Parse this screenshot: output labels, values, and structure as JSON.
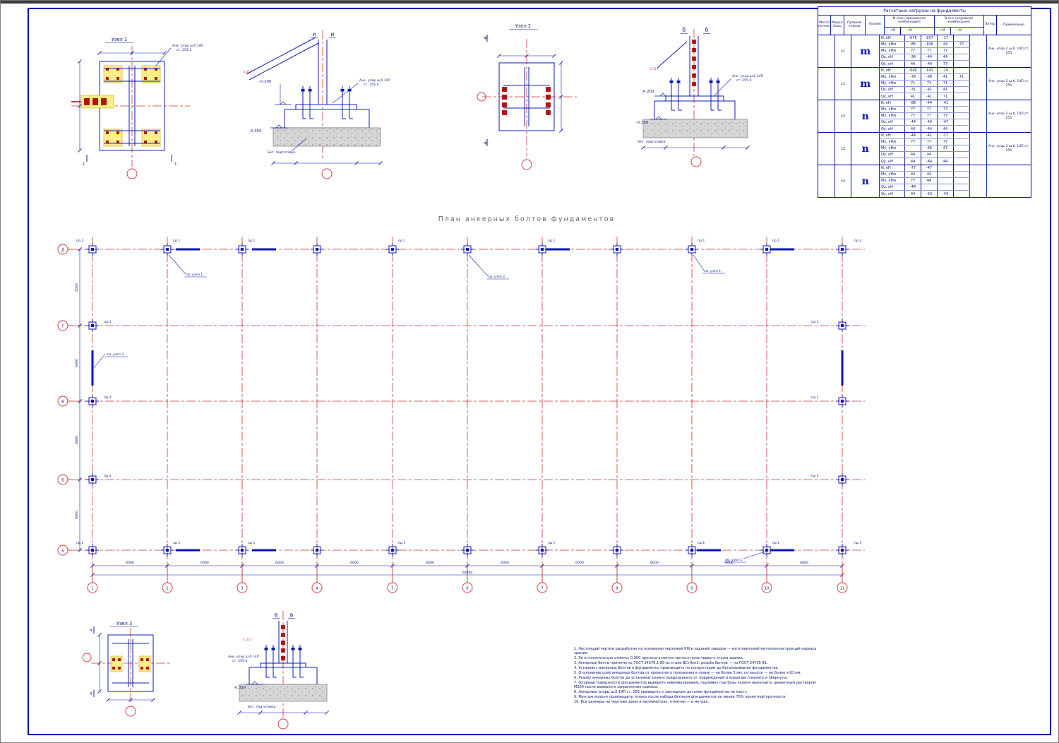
{
  "sheet": {
    "title_plan": "План анкерных болтов фундаментов"
  },
  "table": {
    "title": "Расчетные нагрузки на фундаменты",
    "col_location": "Место полож.",
    "col_mark": "Марка базы",
    "col_sign": "Правило знаков",
    "col_force": "Усилия",
    "col_nmax": "N max (прижимная комбинация)",
    "col_nmin": "N min (отрывная комбинация)",
    "col_pm1": "+М",
    "col_mm1": "−М",
    "col_pm2": "+М",
    "col_mm2": "−М",
    "col_liter": "Литер",
    "col_note": "Примечание",
    "groups": [
      {
        "loc": "",
        "mark": "с1",
        "glyph": "m",
        "note": "Анк. упор 2 ш.б. 14П ст. 255",
        "rows": [
          {
            "f": "N, кН",
            "a": "-675",
            "b": "-157",
            "c": "-17",
            "d": ""
          },
          {
            "f": "Mx, кНм",
            "a": "-86",
            "b": "-106",
            "c": "44",
            "d": "77"
          },
          {
            "f": "My, кНм",
            "a": "77",
            "b": "77",
            "c": "77",
            "d": ""
          },
          {
            "f": "Qx, кН",
            "a": "-34",
            "b": "-44",
            "c": "44",
            "d": ""
          },
          {
            "f": "Qy, кН",
            "a": "44",
            "b": "-44",
            "c": "77",
            "d": ""
          }
        ]
      },
      {
        "loc": "",
        "mark": "с1",
        "glyph": "m",
        "note": "Анк. упор 2 ш.б. 14П ст. 255",
        "rows": [
          {
            "f": "N, кН",
            "a": "-640",
            "b": "-141",
            "c": "-14",
            "d": ""
          },
          {
            "f": "Mx, кНм",
            "a": "-78",
            "b": "-98",
            "c": "41",
            "d": "71"
          },
          {
            "f": "My, кНм",
            "a": "71",
            "b": "71",
            "c": "71",
            "d": ""
          },
          {
            "f": "Qx, кН",
            "a": "-31",
            "b": "-41",
            "c": "41",
            "d": ""
          },
          {
            "f": "Qy, кН",
            "a": "41",
            "b": "-41",
            "c": "71",
            "d": ""
          }
        ]
      },
      {
        "loc": "",
        "mark": "с2",
        "glyph": "n",
        "note": "Анк. упор 2 ш.б. 14П ст. 255",
        "rows": [
          {
            "f": "N, кН",
            "a": "-88",
            "b": "-44",
            "c": "-41",
            "d": ""
          },
          {
            "f": "Mx, кНм",
            "a": "77",
            "b": "77",
            "c": "77",
            "d": ""
          },
          {
            "f": "My, кНм",
            "a": "77",
            "b": "77",
            "c": "77",
            "d": ""
          },
          {
            "f": "Qx, кН",
            "a": "-44",
            "b": "-44",
            "c": "-47",
            "d": ""
          },
          {
            "f": "Qy, кН",
            "a": "44",
            "b": "-44",
            "c": "44",
            "d": ""
          }
        ]
      },
      {
        "loc": "",
        "mark": "с2",
        "glyph": "n",
        "note": "Анк. упор 2 ш.б. 14П ст. 255",
        "rows": [
          {
            "f": "N, кН",
            "a": "-44",
            "b": "-41",
            "c": "-17",
            "d": ""
          },
          {
            "f": "Mx, кНм",
            "a": "77",
            "b": "77",
            "c": "77",
            "d": ""
          },
          {
            "f": "My, кНм",
            "a": "",
            "b": "-46",
            "c": "47",
            "d": ""
          },
          {
            "f": "Qx, кН",
            "a": "44",
            "b": "44",
            "c": "",
            "d": ""
          },
          {
            "f": "Qy, кН",
            "a": "44",
            "b": "-44",
            "c": "44",
            "d": ""
          }
        ]
      },
      {
        "loc": "",
        "mark": "с3",
        "glyph": "n",
        "note": "",
        "rows": [
          {
            "f": "N, кН",
            "a": "-77",
            "b": "-47",
            "c": "",
            "d": ""
          },
          {
            "f": "Mx, кНм",
            "a": "44",
            "b": "44",
            "c": "",
            "d": ""
          },
          {
            "f": "My, кНм",
            "a": "77",
            "b": "44",
            "c": "",
            "d": ""
          },
          {
            "f": "Qx, кН",
            "a": "-44",
            "b": "",
            "c": "",
            "d": ""
          },
          {
            "f": "Qy, кН",
            "a": "44",
            "b": "-43",
            "c": "-43",
            "d": ""
          }
        ]
      }
    ]
  },
  "plan": {
    "axis_numbers": [
      "1",
      "2",
      "3",
      "4",
      "5",
      "6",
      "7",
      "8",
      "9",
      "10",
      "11"
    ],
    "axis_letters": [
      "Д",
      "Г",
      "В",
      "Б",
      "А"
    ],
    "bay": "6000",
    "total": "60000",
    "row_bay": "6000",
    "labels": {
      "pd1": "пд 1",
      "pd2": "пд 2",
      "pd3": "пд 3",
      "see1": "см. узел 1",
      "see2": "см. узел 2",
      "see3": "см. узел 3"
    }
  },
  "details": {
    "uzel1": "Узел 1",
    "uzel2": "Узел 2",
    "uzel3": "Узел 3",
    "sec_i": "и",
    "sec_b": "б",
    "sec_v": "в",
    "sec_f": "ф",
    "sec_1": "1",
    "sec_4": "4",
    "anchor_l1": "Анк. упор ш.б 14П",
    "anchor_l2": "ст. 255-4",
    "elev_200": "-0.200",
    "elev_350": "-0.350",
    "concrete_prep": "Бет. подготовка",
    "cog": "С.О.Г."
  },
  "notes": {
    "items": [
      "1. Настоящий чертеж разработан на основании чертежей КМ и заданий заводов — изготовителей металлоконструкций каркаса здания.",
      "2. За относительную отметку 0.000 принята отметка чистого пола первого этажа здания.",
      "3. Анкерные болты приняты по ГОСТ 24379.1-80 из стали ВСт3кп2; резьба болтов — по ГОСТ 24705-81.",
      "4. Установку анкерных болтов в фундаменты производить по кондукторам до бетонирования фундаментов.",
      "5. Отклонение осей анкерных болтов от проектного положения в плане — не более 5 мм, по высоте — не более +20 мм.",
      "6. Резьбу анкерных болтов до установки колонн предохранить от повреждений и коррозии (смазать и обернуть).",
      "7. Опорные поверхности фундаментов выверить нивелированием; подливку под базы колонн выполнить цементным раствором М200 после выверки и закрепления каркаса.",
      "8. Анкерные упоры ш.б 14П ст. 255 приварить к закладным деталям фундаментов по месту.",
      "9. Монтаж колонн производить только после набора бетоном фундаментов не менее 70% проектной прочности.",
      "10. Все размеры на чертеже даны в миллиметрах, отметки — в метрах."
    ]
  }
}
